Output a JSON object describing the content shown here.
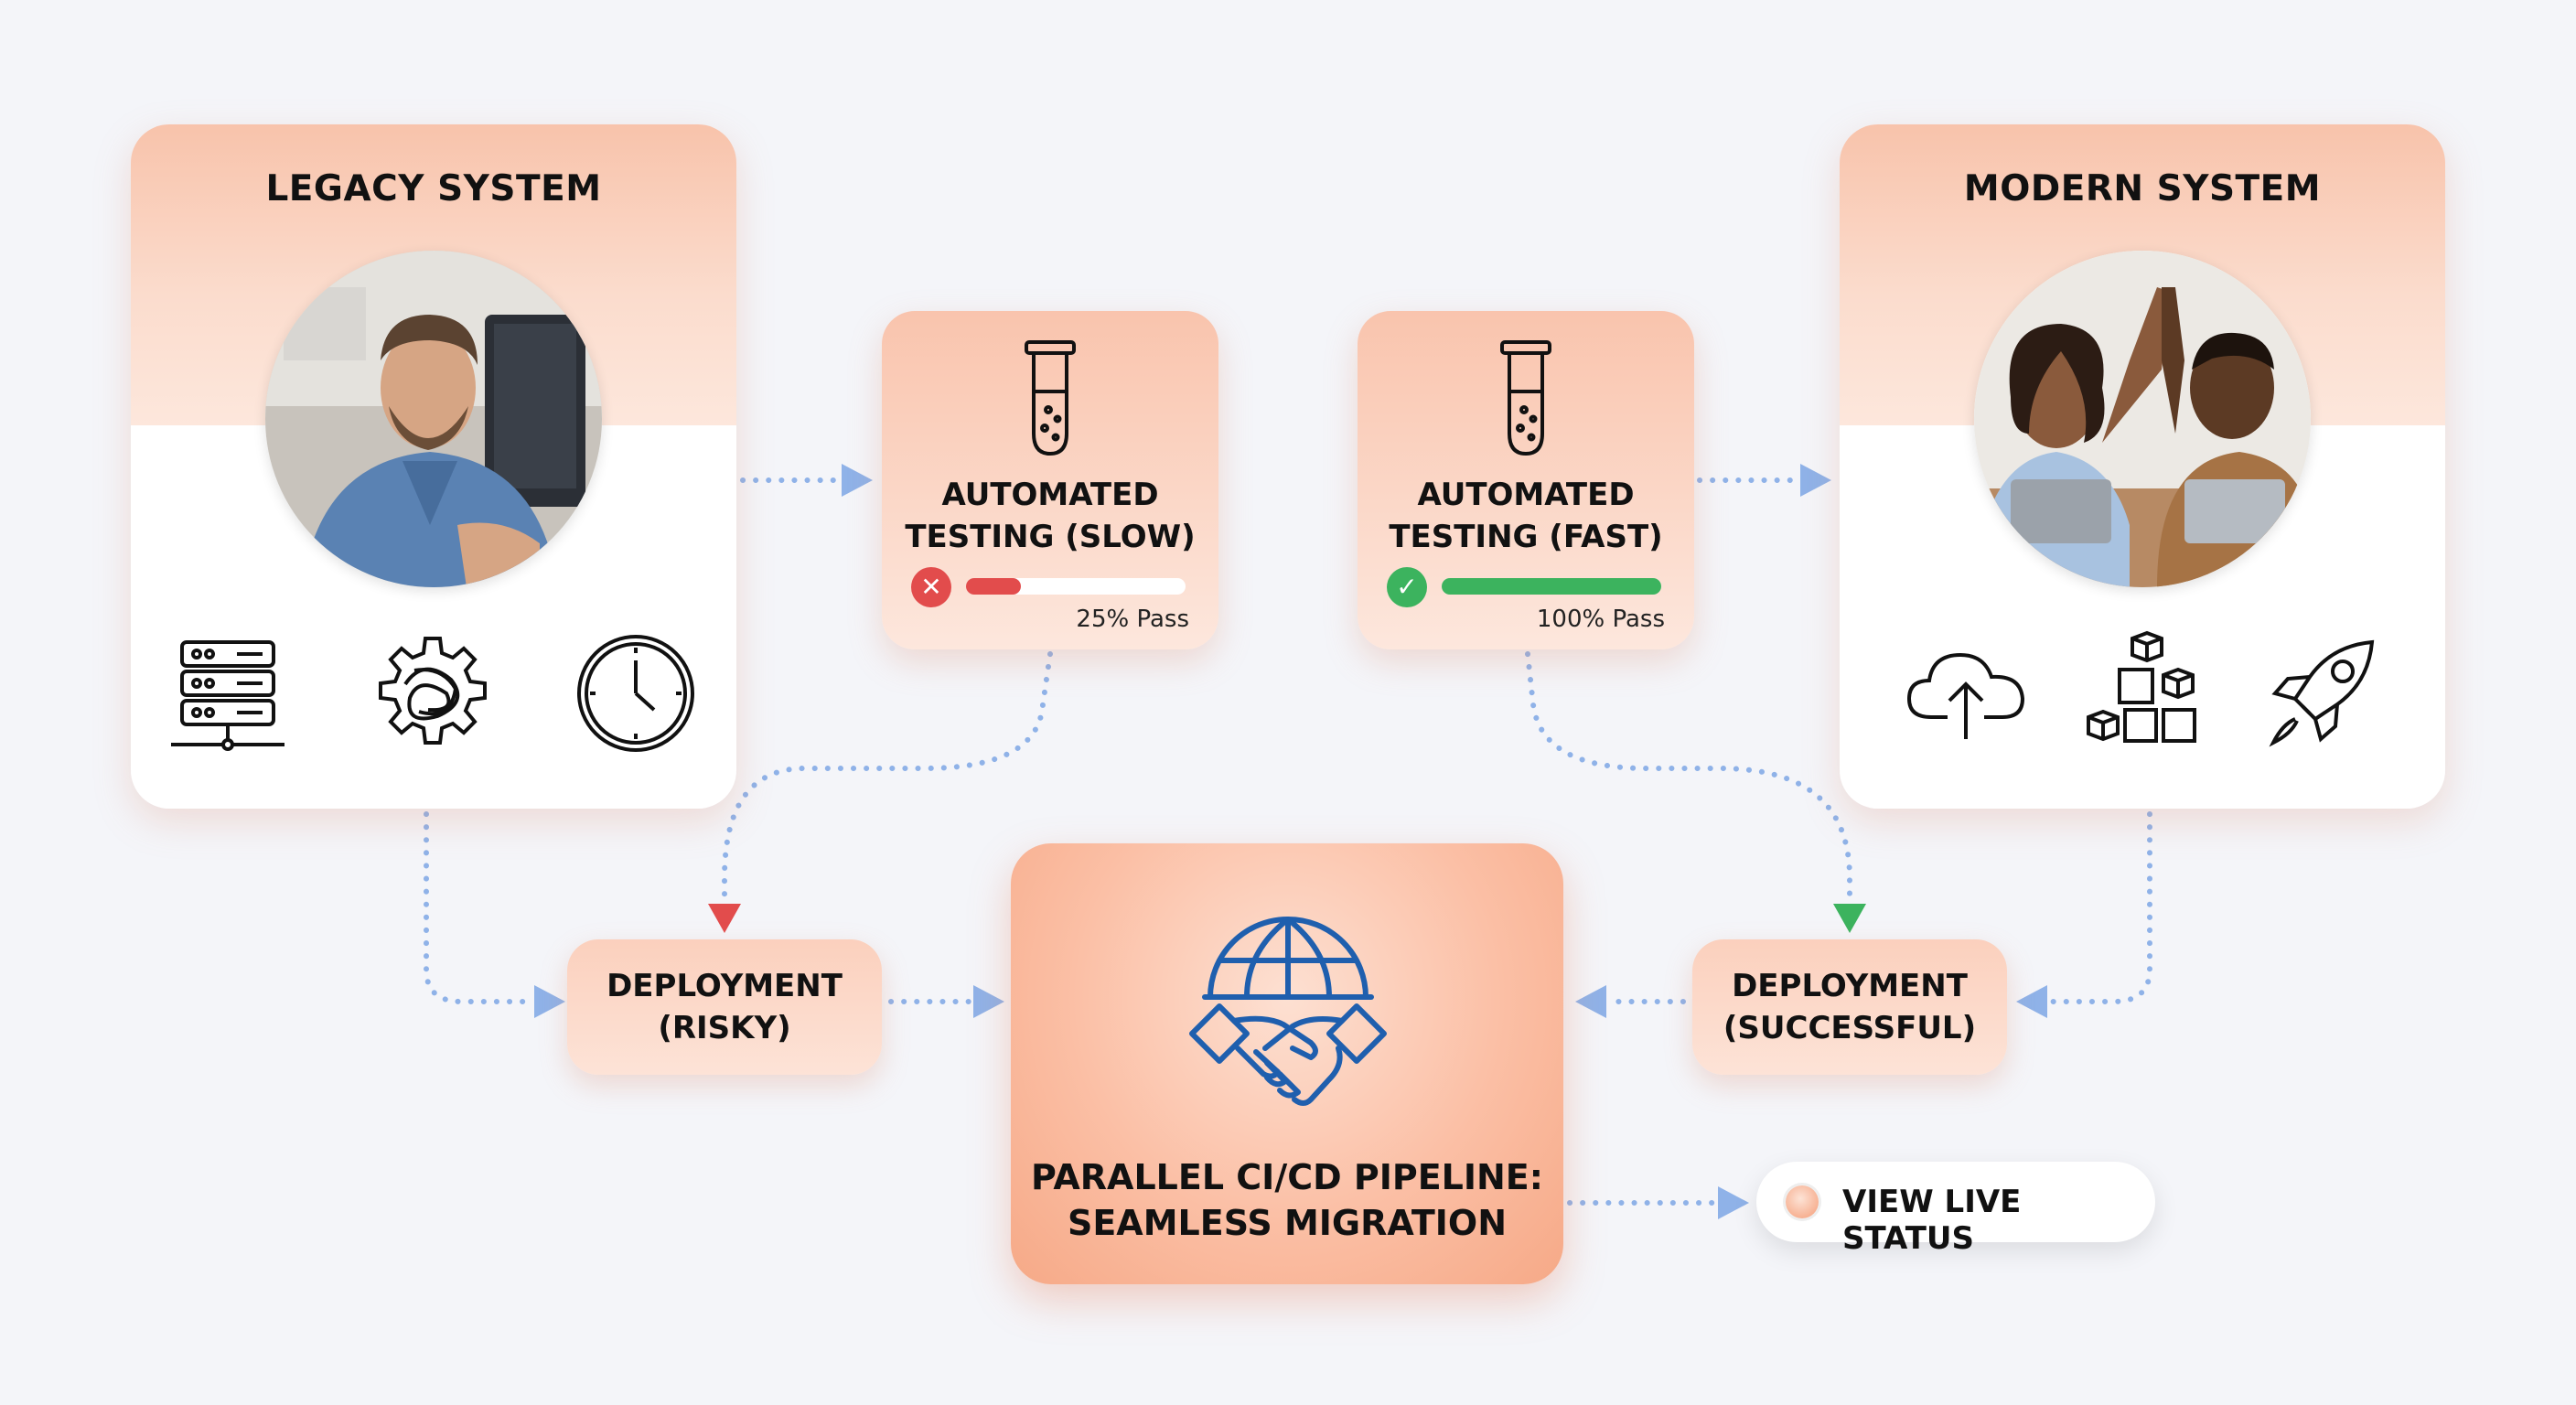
{
  "legacy": {
    "title": "LEGACY SYSTEM",
    "photo": "frustrated-developer-photo",
    "icons": [
      "server-icon",
      "tangled-gear-icon",
      "clock-icon"
    ]
  },
  "modern": {
    "title": "MODERN SYSTEM",
    "photo": "team-high-five-photo",
    "icons": [
      "cloud-upload-icon",
      "blocks-icon",
      "rocket-icon"
    ]
  },
  "testing_slow": {
    "title_line1": "AUTOMATED",
    "title_line2": "TESTING (SLOW)",
    "status_icon": "x-icon",
    "pass_fraction": 0.25,
    "pass_label": "25% Pass"
  },
  "testing_fast": {
    "title_line1": "AUTOMATED",
    "title_line2": "TESTING (FAST)",
    "status_icon": "check-icon",
    "pass_fraction": 1.0,
    "pass_label": "100% Pass"
  },
  "deploy_risky": {
    "line1": "DEPLOYMENT",
    "line2": "(RISKY)"
  },
  "deploy_success": {
    "line1": "DEPLOYMENT",
    "line2": "(SUCCESSFUL)"
  },
  "pipeline": {
    "icon": "globe-handshake-icon",
    "line1": "PARALLEL CI/CD PIPELINE:",
    "line2": "SEAMLESS MIGRATION"
  },
  "live_status": {
    "label": "VIEW LIVE STATUS"
  },
  "colors": {
    "accent_peach": "#f6a987",
    "connector_blue": "#8fb2e8",
    "fail_red": "#e24c4c",
    "pass_green": "#3cb35e",
    "icon_blue": "#1f5fae"
  }
}
